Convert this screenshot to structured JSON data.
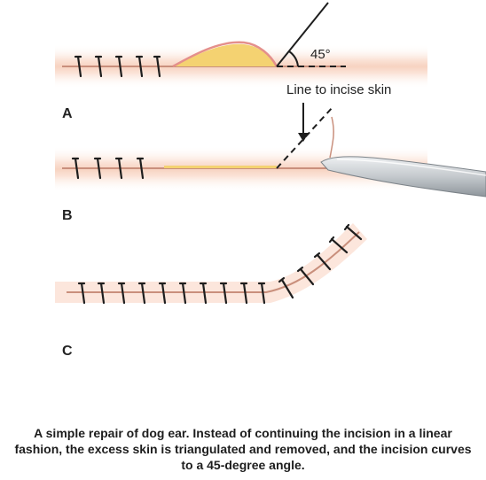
{
  "figure": {
    "angle_label": "45°",
    "incision_line_label": "Line to incise skin",
    "panel_labels": [
      "A",
      "B",
      "C"
    ],
    "colors": {
      "skin_band": "#f7d7c7",
      "incision_line": "#c98f7c",
      "suture": "#1e1e1e",
      "fat_tissue": "#f4d271",
      "dog_ear_edge": "#e48f8b",
      "scalpel_blade": "#c4c9cd"
    }
  },
  "caption": "A simple repair of dog ear. Instead of continuing the incision in a linear fashion, the excess skin is triangulated and removed, and the incision curves to a 45-degree angle."
}
